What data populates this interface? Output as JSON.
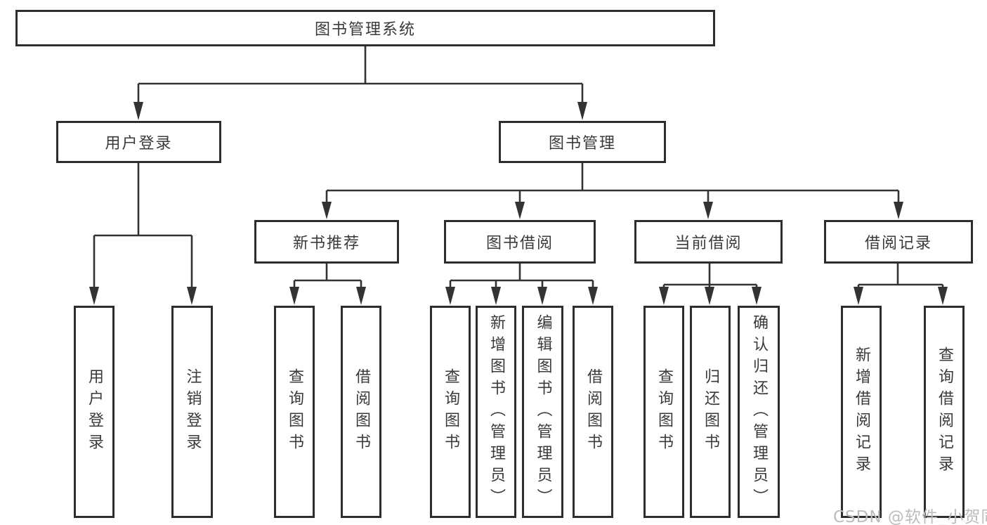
{
  "diagram": {
    "root": {
      "label": "图书管理系统"
    },
    "level2": {
      "user_login": {
        "label": "用户登录"
      },
      "book_mgmt": {
        "label": "图书管理"
      }
    },
    "level3": {
      "new_book_recommend": {
        "label": "新书推荐"
      },
      "book_borrow": {
        "label": "图书借阅"
      },
      "current_borrow": {
        "label": "当前借阅"
      },
      "borrow_records": {
        "label": "借阅记录"
      }
    },
    "leaves": {
      "login": [
        "用户登录",
        "注销登录"
      ],
      "recommend": [
        "查询图书",
        "借阅图书"
      ],
      "borrow": [
        "查询图书",
        "新增图书（管理员）",
        "编辑图书（管理员）",
        "借阅图书"
      ],
      "current": [
        "查询图书",
        "归还图书",
        "确认归还（管理员）"
      ],
      "records": [
        "新增借阅记录",
        "查询借阅记录"
      ]
    }
  },
  "colors": {
    "line": "#333333",
    "box_border": "#2d2d2d",
    "text": "#3a3a3a",
    "watermark": "#b9bdc1",
    "background": "#ffffff"
  },
  "watermark": {
    "text": "CSDN @软件_小贺同学"
  }
}
